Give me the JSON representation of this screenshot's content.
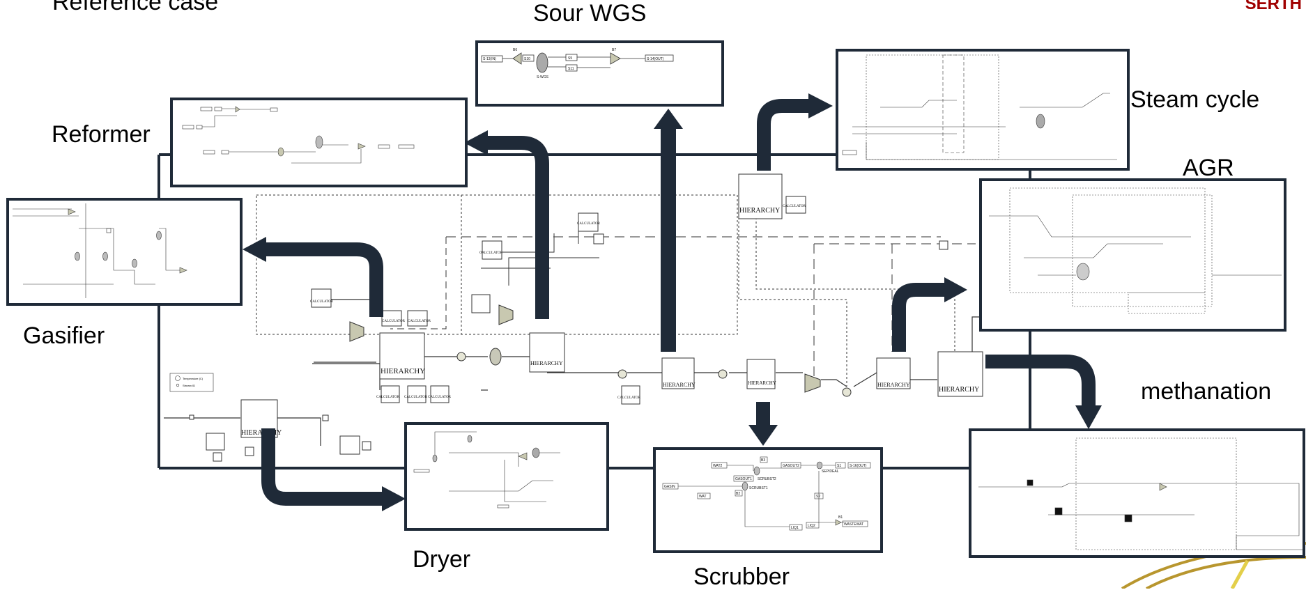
{
  "header": {
    "title": "Reference case",
    "logo_text": "SERTH"
  },
  "sections": {
    "sour_wgs": "Sour WGS",
    "reformer": "Reformer",
    "steam_cycle": "Steam cycle",
    "agr": "AGR",
    "gasifier": "Gasifier",
    "methanation": "methanation",
    "dryer": "Dryer",
    "scrubber": "Scrubber"
  },
  "blocks": {
    "hierarchy": "HIERARCHY",
    "calculator": "CALCULATOR"
  },
  "sour_wgs_flowsheet": {
    "streams": [
      "S-13(IN)",
      "S10",
      "S5",
      "S11",
      "S-14(OUT)"
    ],
    "blocks": [
      "B6",
      "B7",
      "S-WGS"
    ]
  },
  "scrubber_flowsheet": {
    "streams": [
      "WAT2",
      "B3",
      "GASOUT2",
      "S1",
      "S-16(OUT)",
      "GASOUT1",
      "SCRUBST2",
      "SEPIDEAL",
      "GASIN",
      "SCRUBST1",
      "B2",
      "WAT",
      "S2",
      "B1",
      "LIQ1",
      "LIQ2",
      "WASTEWAT"
    ]
  },
  "legend": {
    "temperature": "Temperature (C)",
    "stream": "Stream ID"
  },
  "colors": {
    "arrow": "#1f2a38",
    "frame": "#1f2a38",
    "line": "#333333",
    "logo": "#a00000",
    "swoosh": "#b8962e"
  }
}
